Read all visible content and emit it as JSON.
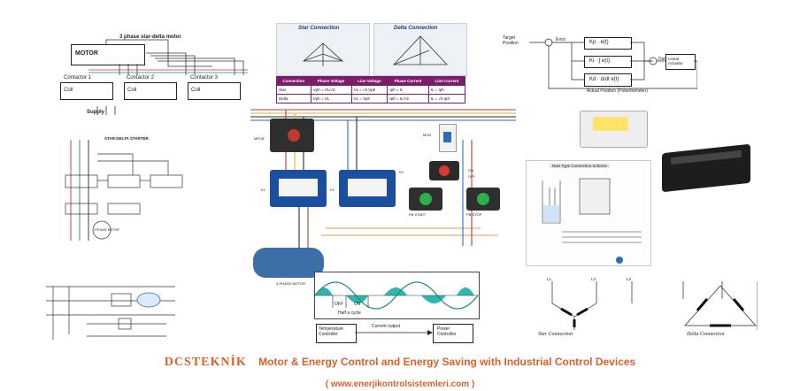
{
  "top_left": {
    "title": "3 phase star-delta motor",
    "motor": "MOTOR",
    "contactors": [
      "Contactor 1",
      "Contactor 2",
      "Contactor 3"
    ],
    "coil": "Coil",
    "supply": "Supply"
  },
  "connections": {
    "star": "Star Connection",
    "delta": "Delta Connection",
    "headers": [
      "Connection",
      "Phase Voltage",
      "Line Voltage",
      "Phase Current",
      "Line Current"
    ],
    "rows": [
      [
        "Star",
        "Vph = VL/√3",
        "VL = √3 Vph",
        "Iph = IL",
        "IL = Iph"
      ],
      [
        "Delta",
        "Vph = VL",
        "VL = Vph",
        "Iph = IL/√3",
        "IL = √3 Iph"
      ]
    ]
  },
  "pid": {
    "target": "Target Position",
    "error": "Error",
    "kp": "Kp · e(t)",
    "ki": "Ki · ∫ e(t)",
    "kd": "Kd · d/dt e(t)",
    "duty": "Duty Cycle",
    "actuator": "Linear Actuator",
    "feedback": "Actual Position (Potentiometer)"
  },
  "starter": {
    "title": "STAR-DELTA STARTER",
    "motor": "3 PHASE MOTOR"
  },
  "center": {
    "labels": [
      "MPCB",
      "K1",
      "K2",
      "K3",
      "MCB",
      "ON",
      "OFF",
      "PB START",
      "PB STOP",
      "3-PHASE MOTOR"
    ],
    "pwm": {
      "off": "OFF",
      "on": "ON",
      "half_cycle": "Half a cycle"
    },
    "temp_controller": "Temperature Controller",
    "current_output": "Current output",
    "power_controller": "Power Controller"
  },
  "right_mid": {
    "title": "Rain Type Connection Scheme"
  },
  "bottom_right": {
    "star_caption": "Star Connection",
    "delta_caption": "Delta Connection",
    "line_labels": [
      "L1",
      "L2",
      "L3"
    ]
  },
  "footer": {
    "brand": "DCSTEKNİK",
    "tagline": "Motor  &  Energy  Control and Energy Saving with Industrial Control Devices",
    "url": "( www.enerjikontrolsistemleri.com )"
  },
  "colors": {
    "brand": "#d9622b",
    "table": "#7b1e6a",
    "wave": "#2fb6b0",
    "contactor": "#1a4fa0"
  }
}
